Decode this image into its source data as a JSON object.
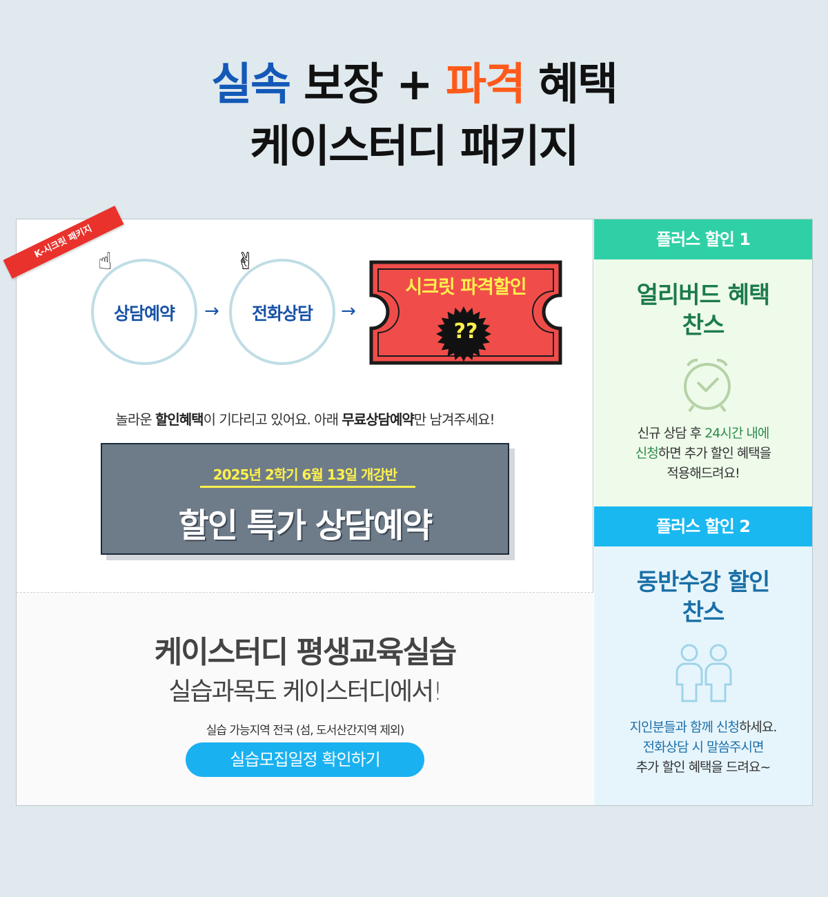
{
  "headline": {
    "line1_blue": "실속",
    "line1_mid": "보장 +",
    "line1_orange": "파격",
    "line1_end": "혜택",
    "line2": "케이스터디 패키지"
  },
  "ribbon": "K-시크릿 패키지",
  "steps": {
    "step1": "상담예약",
    "step2": "전화상담",
    "arrow": "→"
  },
  "ticket": {
    "title": "시크릿 파격할인",
    "mystery": "??"
  },
  "notice": {
    "p1": "놀라운 ",
    "b1": "할인혜택",
    "p2": "이 기다리고 있어요. 아래 ",
    "b2": "무료상담예약",
    "p3": "만 남겨주세요!"
  },
  "cta": {
    "date": "2025년 2학기 6월 13일 개강반",
    "label": "할인 특가 상담예약"
  },
  "practice": {
    "title": "케이스터디 평생교육실습",
    "subtitle": "실습과목도 케이스터디에서!",
    "area": "실습 가능지역  전국 (섬, 도서산간지역 제외)",
    "button": "실습모집일정 확인하기"
  },
  "plus1": {
    "header": "플러스 할인 1",
    "title1": "얼리버드 혜택",
    "title2": "찬스",
    "t1a": "신규 상담 후 ",
    "t1b": "24시간 내에",
    "t2a": "신청",
    "t2b": "하면 추가 할인 혜택을",
    "t3": "적용해드려요!",
    "icon": "alarm-clock-icon"
  },
  "plus2": {
    "header": "플러스 할인 2",
    "title1": "동반수강 할인",
    "title2": "찬스",
    "t1a": "지인분들과 함께 신청",
    "t1b": "하세요.",
    "t2": "전화상담 시 말씀주시면",
    "t3": "추가 할인 혜택을 드려요~",
    "icon": "two-people-icon"
  },
  "colors": {
    "blue": "#1459b8",
    "orange": "#ff5a1a",
    "ticket_red": "#f04d4a",
    "yellow": "#fff14d",
    "plus1_head": "#2fd0a6",
    "plus1_body": "#eefbea",
    "plus2_head": "#19b8f0",
    "plus2_body": "#e6f5fc"
  }
}
